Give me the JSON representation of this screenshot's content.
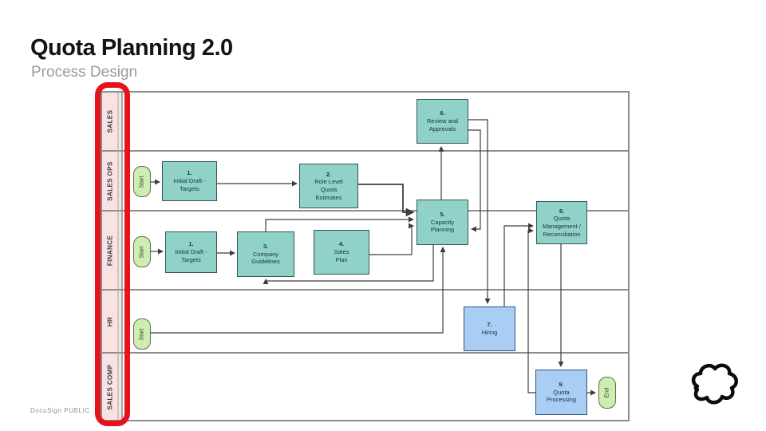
{
  "page": {
    "title": "Quota Planning 2.0",
    "subtitle": "Process Design",
    "footer": "DocuSign PUBLIC"
  },
  "colors": {
    "task_teal": "#90d2c7",
    "task_blue": "#a9cdf3",
    "terminal_green": "#cfecb2",
    "lane_label_bg": "#f8e2e2",
    "lane_border": "#8e8e8e",
    "connector": "#3d3d3d",
    "annotation_red": "#e8121e"
  },
  "diagram": {
    "lanes": [
      {
        "label": "SALES"
      },
      {
        "label": "SALES OPS"
      },
      {
        "label": "FINANCE"
      },
      {
        "label": "HR"
      },
      {
        "label": "SALES COMP"
      }
    ],
    "terminals": [
      {
        "id": "start-sales-ops",
        "label": "Start"
      },
      {
        "id": "start-finance",
        "label": "Start"
      },
      {
        "id": "start-hr",
        "label": "Start"
      },
      {
        "id": "end",
        "label": "End"
      }
    ],
    "tasks": [
      {
        "id": "task-1-sales-ops",
        "num": "1.",
        "label": "Initial Draft -\nTargets"
      },
      {
        "id": "task-2",
        "num": "2.",
        "label": "Role Level\nQuota\nEstimates"
      },
      {
        "id": "task-6",
        "num": "6.",
        "label": "Review and\nApprovals"
      },
      {
        "id": "task-5",
        "num": "5.",
        "label": "Capacity\nPlanning"
      },
      {
        "id": "task-8",
        "num": "8.",
        "label": "Quota\nManagement /\nReconciliation"
      },
      {
        "id": "task-1-finance",
        "num": "1.",
        "label": "Initial Draft -\nTargets"
      },
      {
        "id": "task-3",
        "num": "3.",
        "label": "Company\nGuidelines"
      },
      {
        "id": "task-4",
        "num": "4.",
        "label": "Sales\nPlan"
      },
      {
        "id": "task-7",
        "num": "7.",
        "label": "Hiring"
      },
      {
        "id": "task-9",
        "num": "9.",
        "label": "Quota\nProcessing"
      }
    ]
  }
}
